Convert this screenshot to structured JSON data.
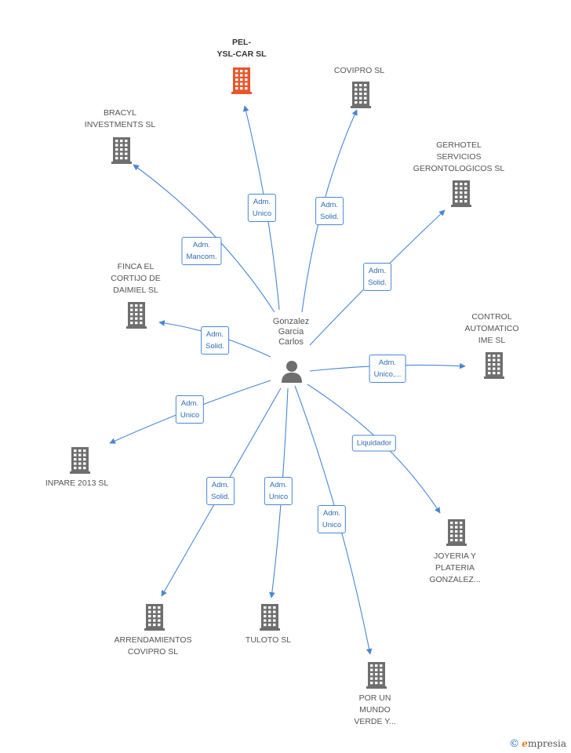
{
  "center": {
    "name_lines": [
      "Gonzalez",
      "Garcia",
      "Carlos"
    ]
  },
  "companies": [
    {
      "id": "pel",
      "lines": [
        "PEL-",
        "YSL-CAR SL"
      ],
      "highlight": true
    },
    {
      "id": "covipro",
      "lines": [
        "COVIPRO SL"
      ]
    },
    {
      "id": "bracyl",
      "lines": [
        "BRACYL",
        "INVESTMENTS SL"
      ]
    },
    {
      "id": "gerhotel",
      "lines": [
        "GERHOTEL",
        "SERVICIOS",
        "GERONTOLOGICOS SL"
      ]
    },
    {
      "id": "finca",
      "lines": [
        "FINCA EL",
        "CORTIJO DE",
        "DAIMIEL SL"
      ]
    },
    {
      "id": "control",
      "lines": [
        "CONTROL",
        "AUTOMATICO",
        "IME SL"
      ]
    },
    {
      "id": "inpare",
      "lines": [
        "INPARE 2013 SL"
      ]
    },
    {
      "id": "joyeria",
      "lines": [
        "JOYERIA Y",
        "PLATERIA",
        "GONZALEZ..."
      ]
    },
    {
      "id": "arrendamientos",
      "lines": [
        "ARRENDAMIENTOS",
        "COVIPRO SL"
      ]
    },
    {
      "id": "tuloto",
      "lines": [
        "TULOTO SL"
      ]
    },
    {
      "id": "porunmundo",
      "lines": [
        "POR UN",
        "MUNDO",
        "VERDE Y..."
      ]
    }
  ],
  "relations": [
    {
      "target": "pel",
      "lines": [
        "Adm.",
        "Unico"
      ]
    },
    {
      "target": "covipro",
      "lines": [
        "Adm.",
        "Solid."
      ]
    },
    {
      "target": "bracyl",
      "lines": [
        "Adm.",
        "Mancom."
      ]
    },
    {
      "target": "gerhotel",
      "lines": [
        "Adm.",
        "Solid."
      ]
    },
    {
      "target": "finca",
      "lines": [
        "Adm.",
        "Solid."
      ]
    },
    {
      "target": "control",
      "lines": [
        "Adm.",
        "Unico,..."
      ]
    },
    {
      "target": "inpare",
      "lines": [
        "Adm.",
        "Unico"
      ]
    },
    {
      "target": "joyeria",
      "lines": [
        "Liquidador"
      ]
    },
    {
      "target": "arrendamientos",
      "lines": [
        "Adm.",
        "Solid."
      ]
    },
    {
      "target": "tuloto",
      "lines": [
        "Adm.",
        "Unico"
      ]
    },
    {
      "target": "porunmundo",
      "lines": [
        "Adm.",
        "Unico"
      ]
    }
  ],
  "colors": {
    "edge": "#4a86d4",
    "building": "#6e6e6e",
    "highlight_building": "#e8562a",
    "person": "#6e6e6e"
  },
  "watermark": {
    "symbol": "©",
    "brand_initial": "e",
    "brand_rest": "mpresia"
  }
}
